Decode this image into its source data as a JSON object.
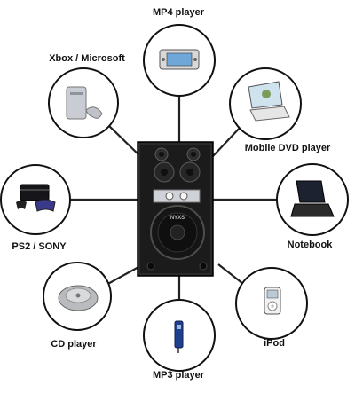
{
  "speaker": {
    "brand": "NYXS"
  },
  "devices": [
    {
      "id": "mp4",
      "label": "MP4  player"
    },
    {
      "id": "xbox",
      "label": "Xbox / Microsoft"
    },
    {
      "id": "dvd",
      "label": "Mobile DVD  player"
    },
    {
      "id": "ps2",
      "label": "PS2 / SONY"
    },
    {
      "id": "notebook",
      "label": "Notebook"
    },
    {
      "id": "cd",
      "label": "CD player"
    },
    {
      "id": "ipod",
      "label": "iPod"
    },
    {
      "id": "mp3",
      "label": "MP3  player"
    }
  ],
  "colors": {
    "line": "#222222",
    "circle_stroke": "#111111",
    "speaker": "#1b1b1b",
    "label": "#111111"
  }
}
